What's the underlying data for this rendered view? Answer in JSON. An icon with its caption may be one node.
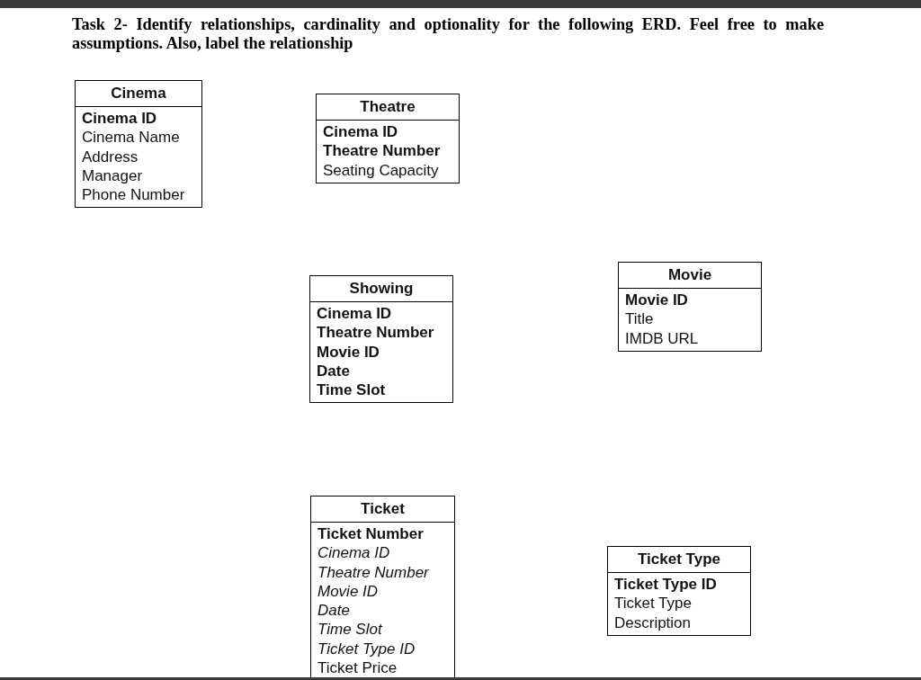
{
  "diagram": {
    "title": "Task 2- Identify relationships, cardinality and optionality for the following ERD. Feel free to make assumptions. Also, label the relationship",
    "nodes": [
      {
        "text": [
          "Cinema",
          "**Cinema ID**",
          "Cinema Name",
          "Address",
          "Manager",
          "Phone Number"
        ]
      },
      {
        "text": [
          "Theatre",
          "**Cinema ID**",
          "**Theatre Number**",
          "Seating Capacity"
        ]
      },
      {
        "text": [
          "Movie",
          "**Movie ID**",
          "Title",
          "IMDB URL"
        ]
      },
      {
        "text": [
          "Showing",
          "**Cinema ID**",
          "**Theatre Number**",
          "**Movie ID**",
          "**Date**",
          "**Time Slot**"
        ]
      },
      {
        "text": [
          "Ticket",
          "**Ticket Number**",
          "*Cinema ID*",
          "*Theatre Number*",
          "*Movie ID*",
          "*Date*",
          "*Time Slot*",
          "*Ticket Type ID*",
          "Ticket Price"
        ]
      },
      {
        "text": [
          "Ticket Type",
          "**Ticket Type ID**",
          "Ticket Type",
          "Description"
        ]
      }
    ]
  }
}
